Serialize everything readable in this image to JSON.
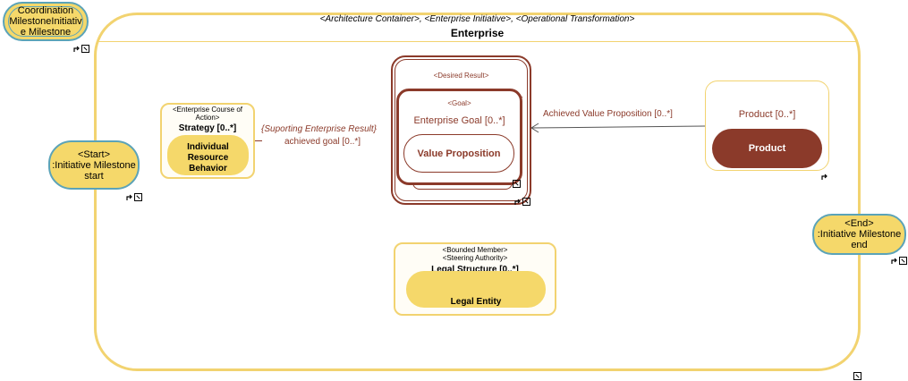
{
  "enterprise": {
    "stereotypes": "<Architecture Container>, <Enterprise Initiative>, <Operational Transformation>",
    "title": "Enterprise"
  },
  "coordination_milestone": {
    "line1": "Coordination",
    "line2": "MilestoneInitiativ",
    "line3": "e Milestone"
  },
  "start_milestone": {
    "line1": "<Start>",
    "line2": ":Initiative Milestone",
    "line3": "start"
  },
  "end_milestone": {
    "line1": "<End>",
    "line2": ":Initiative Milestone",
    "line3": "end"
  },
  "strategy": {
    "stereotype_line1": "<Enterprise Course of",
    "stereotype_line2": "Action>",
    "title": "Strategy [0..*]",
    "part_line1": "Individual",
    "part_line2": "Resource",
    "part_line3": "Behavior"
  },
  "connector_goal": {
    "role": "{Suporting Enterprise Result}",
    "label": "achieved goal [0..*]"
  },
  "desired_result": {
    "stereotype": "<Desired Result>",
    "truncated": "..",
    "goal_stereotype": "<Goal>",
    "goal_title": "Enterprise Goal [0..*]",
    "value_proposition": "Value Proposition"
  },
  "connector_product": {
    "label": "Achieved Value Proposition [0..*]"
  },
  "product": {
    "title": "Product [0..*]",
    "part": "Product"
  },
  "legal": {
    "stereotype_line1": "<Bounded Member>",
    "stereotype_line2": "<Steering Authority>",
    "title": "Legal Structure [0..*]",
    "part": "Legal Entity"
  },
  "colors": {
    "yellow_fill": "#f5d86a",
    "yellow_border": "#f2d370",
    "brown": "#8b3a2a",
    "teal": "#5ba3b8"
  }
}
